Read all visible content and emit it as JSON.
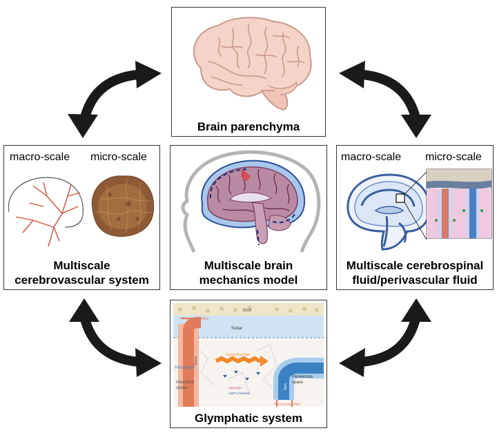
{
  "top": {
    "caption": "Brain parenchyma"
  },
  "left": {
    "macro_label": "macro-scale",
    "micro_label": "micro-scale",
    "caption_line1": "Multiscale",
    "caption_line2": "cerebrovascular system"
  },
  "center": {
    "caption_line1": "Multiscale brain",
    "caption_line2": "mechanics model"
  },
  "right": {
    "macro_label": "macro-scale",
    "micro_label": "micro-scale",
    "caption_line1": "Multiscale cerebrospinal",
    "caption_line2": "fluid/perivascular fluid"
  },
  "bottom": {
    "caption": "Glymphatic system",
    "labels": {
      "skull": "Skull",
      "periarterial_influx": "Periarterial influx",
      "subarachnoid": "Subar",
      "artery": "Artery",
      "periarterial": "Periarterial",
      "convective_flow": "Convective flow",
      "interstitial": "Interstitial",
      "space": "space",
      "astrocyte": "Astrocyte",
      "aqp4": "AQP4 channels",
      "vein": "Vein",
      "perivenous": "Perivenous",
      "perivenous_space": "space",
      "perivenous_efflux": "Perivenous efflux"
    }
  },
  "colors": {
    "arrow": "#1a1a1a",
    "brain_pink": "#f4d3c8",
    "brain_line": "#c99a8c",
    "csf_blue": "#3a78c0",
    "artery_red": "#e07c5a",
    "vein_blue": "#3b82c4"
  }
}
